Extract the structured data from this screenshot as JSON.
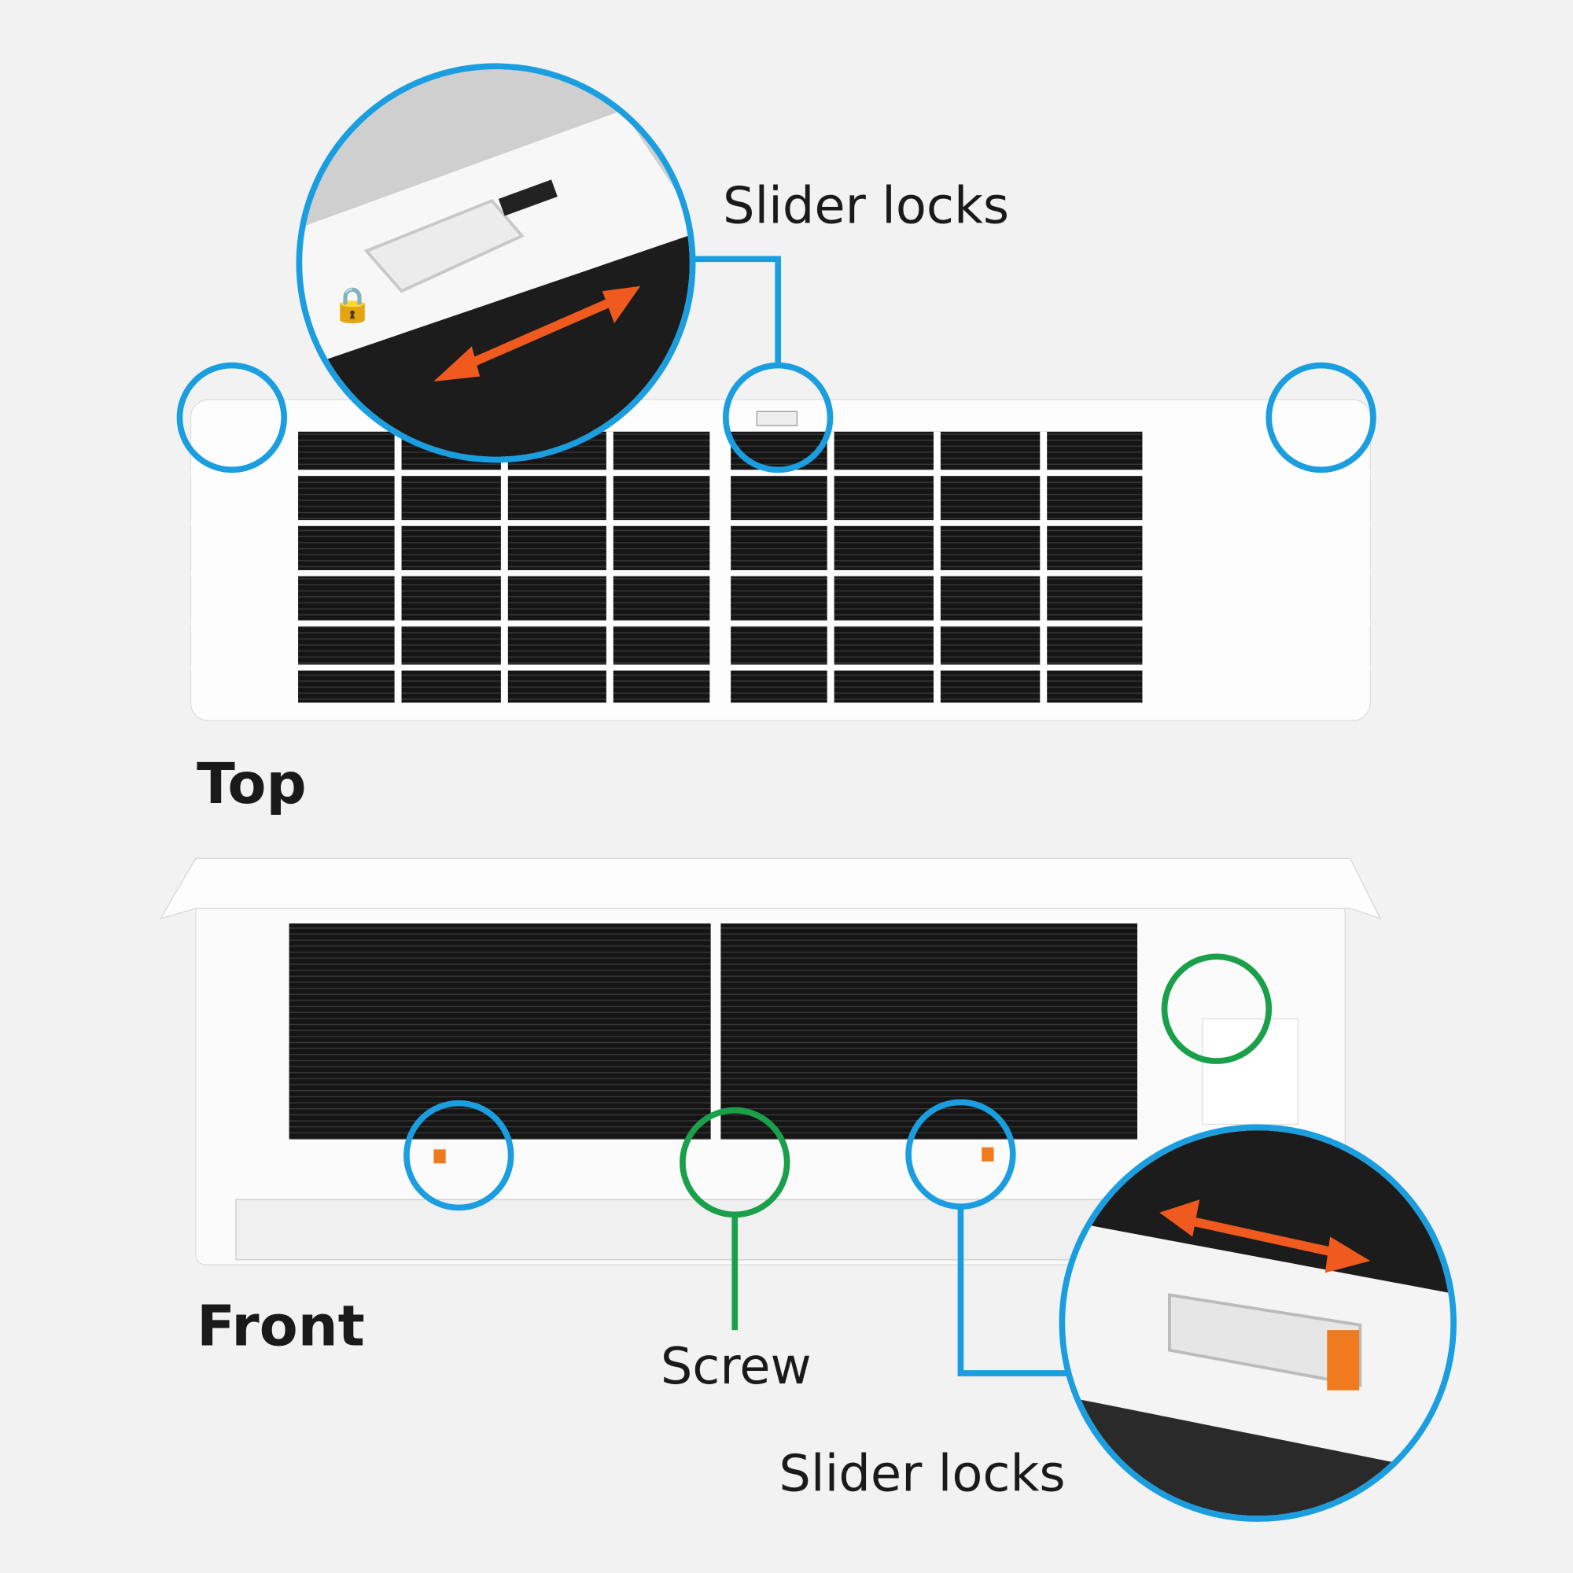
{
  "labels": {
    "top_callout": "Slider locks",
    "top_view": "Top",
    "front_view": "Front",
    "screw": "Screw",
    "bottom_callout": "Slider locks"
  },
  "colors": {
    "background": "#f2f2f2",
    "slider_lock_marker": "#1a9ee0",
    "screw_marker": "#1aa04a",
    "arrow": "#f05a1e",
    "slider_tab": "#f07a1e"
  },
  "icons": [
    "double-arrow-icon",
    "lock-icon",
    "unlock-icon"
  ]
}
